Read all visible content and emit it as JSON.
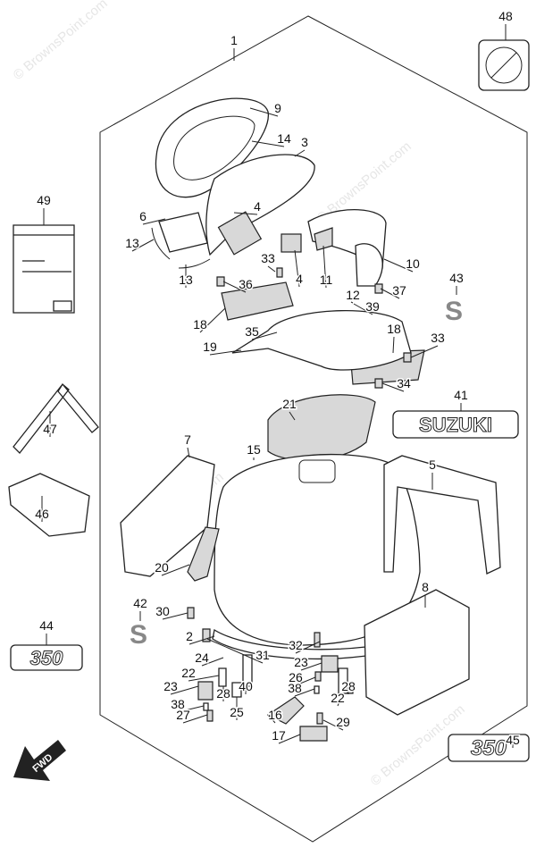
{
  "diagram": {
    "callouts": [
      {
        "id": "c1",
        "num": "1"
      },
      {
        "id": "c48",
        "num": "48"
      },
      {
        "id": "c9",
        "num": "9"
      },
      {
        "id": "c14",
        "num": "14"
      },
      {
        "id": "c3",
        "num": "3"
      },
      {
        "id": "c49",
        "num": "49"
      },
      {
        "id": "c4a",
        "num": "4"
      },
      {
        "id": "c6",
        "num": "6"
      },
      {
        "id": "c13a",
        "num": "13"
      },
      {
        "id": "c13b",
        "num": "13"
      },
      {
        "id": "c33a",
        "num": "33"
      },
      {
        "id": "c36",
        "num": "36"
      },
      {
        "id": "c4b",
        "num": "4"
      },
      {
        "id": "c11",
        "num": "11"
      },
      {
        "id": "c10",
        "num": "10"
      },
      {
        "id": "c12",
        "num": "12"
      },
      {
        "id": "c37",
        "num": "37"
      },
      {
        "id": "c39",
        "num": "39"
      },
      {
        "id": "c43",
        "num": "43"
      },
      {
        "id": "c18a",
        "num": "18"
      },
      {
        "id": "c35",
        "num": "35"
      },
      {
        "id": "c18b",
        "num": "18"
      },
      {
        "id": "c33b",
        "num": "33"
      },
      {
        "id": "c19",
        "num": "19"
      },
      {
        "id": "c21",
        "num": "21"
      },
      {
        "id": "c34",
        "num": "34"
      },
      {
        "id": "c41",
        "num": "41"
      },
      {
        "id": "c47",
        "num": "47"
      },
      {
        "id": "c7",
        "num": "7"
      },
      {
        "id": "c15",
        "num": "15"
      },
      {
        "id": "c5",
        "num": "5"
      },
      {
        "id": "c46",
        "num": "46"
      },
      {
        "id": "c20",
        "num": "20"
      },
      {
        "id": "c8",
        "num": "8"
      },
      {
        "id": "c42",
        "num": "42"
      },
      {
        "id": "c30",
        "num": "30"
      },
      {
        "id": "c44",
        "num": "44"
      },
      {
        "id": "c2",
        "num": "2"
      },
      {
        "id": "c32",
        "num": "32"
      },
      {
        "id": "c31",
        "num": "31"
      },
      {
        "id": "c24",
        "num": "24"
      },
      {
        "id": "c23a",
        "num": "23"
      },
      {
        "id": "c23b",
        "num": "23"
      },
      {
        "id": "c22a",
        "num": "22"
      },
      {
        "id": "c22b",
        "num": "22"
      },
      {
        "id": "c26",
        "num": "26"
      },
      {
        "id": "c28a",
        "num": "28"
      },
      {
        "id": "c28b",
        "num": "28"
      },
      {
        "id": "c40",
        "num": "40"
      },
      {
        "id": "c38a",
        "num": "38"
      },
      {
        "id": "c38b",
        "num": "38"
      },
      {
        "id": "c27",
        "num": "27"
      },
      {
        "id": "c25",
        "num": "25"
      },
      {
        "id": "c16",
        "num": "16"
      },
      {
        "id": "c29",
        "num": "29"
      },
      {
        "id": "c17",
        "num": "17"
      },
      {
        "id": "c45",
        "num": "45"
      }
    ],
    "emblem_text": "SUZUKI",
    "badge_text": "350",
    "fwd_label": "FWD",
    "watermark": "© BrownsPoint.com"
  }
}
